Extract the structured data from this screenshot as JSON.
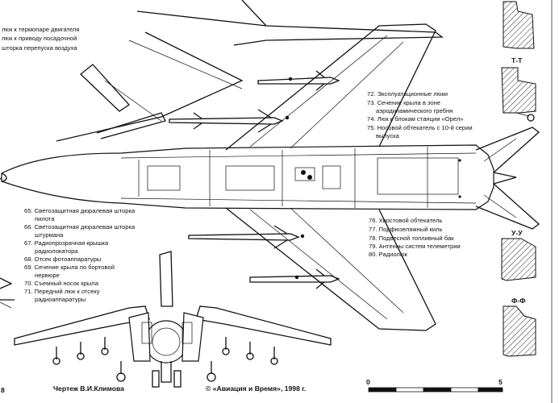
{
  "top_partial_labels": [
    "люк к термопаре двигателя",
    "люк к приводу посадочной",
    "шторка перепуска воздуха"
  ],
  "legend_right_top": [
    "72. Эксплуатационные люки",
    "73. Сечение крыла в зоне",
    "аэродинамического гребня",
    "74. Люк к блокам станции «Орел»",
    "75. Носовой обтекатель с 10-й серии",
    "выпуска"
  ],
  "legend_left": [
    "65. Светозащитная дюралевая шторка",
    "пилота",
    "66. Светозащитная дюралевая шторка",
    "штурмана",
    "67. Радиопрозрачная крышка",
    "радиолокатора",
    "68. Отсек фотоаппаратуры",
    "69. Сечение крыла по бортовой",
    "нервюре",
    "70. Съемный носок крыла",
    "71. Передний люк к отсеку",
    "радиоаппаратуры"
  ],
  "legend_right_bottom": [
    "76. Хвостовой обтекатель",
    "77. Подфюзеляжный киль",
    "78. Подвесной топливный бак",
    "79. Антенны систем телеметрии",
    "80. Радиолюк"
  ],
  "section_labels": [
    "Т-Т",
    "У-У",
    "Ф-Ф"
  ],
  "footer": {
    "page_number": "8",
    "author": "Чертеж В.И.Климова",
    "copyright": "© «Авиация и Время», 1998 г."
  },
  "scale": {
    "start": "0",
    "end": "5"
  }
}
